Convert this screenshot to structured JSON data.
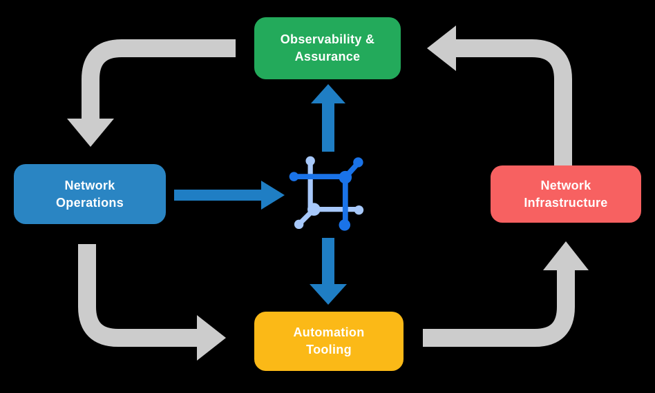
{
  "diagram": {
    "background_color": "#000000",
    "nodes": [
      {
        "id": "observability-assurance",
        "line1": "Observability &",
        "line2": "Assurance",
        "color": "#23AA5B",
        "text_color": "#FFFFFF"
      },
      {
        "id": "network-operations",
        "line1": "Network",
        "line2": "Operations",
        "color": "#2A85C3",
        "text_color": "#FFFFFF"
      },
      {
        "id": "network-infrastructure",
        "line1": "Network",
        "line2": "Infrastructure",
        "color": "#F76161",
        "text_color": "#FFFFFF"
      },
      {
        "id": "automation-tooling",
        "line1": "Automation",
        "line2": "Tooling",
        "color": "#FBB917",
        "text_color": "#FFFFFF"
      }
    ],
    "center_icon": {
      "name": "network-hub-icon",
      "dark_blue": "#1A73E8",
      "light_blue": "#A7C8FA"
    },
    "colors": {
      "arrow_gray": "#CCCCCC",
      "arrow_blue": "#1F7EC4"
    },
    "arrows": [
      {
        "from": "observability-assurance",
        "to": "network-operations",
        "style": "gray-elbow",
        "direction": "down"
      },
      {
        "from": "network-infrastructure",
        "to": "observability-assurance",
        "style": "gray-elbow",
        "direction": "left"
      },
      {
        "from": "network-operations",
        "to": "automation-tooling",
        "style": "gray-elbow",
        "direction": "right"
      },
      {
        "from": "automation-tooling",
        "to": "network-infrastructure",
        "style": "gray-elbow",
        "direction": "up"
      },
      {
        "from": "network-operations",
        "to": "center-icon",
        "style": "blue-straight",
        "direction": "right"
      },
      {
        "from": "center-icon",
        "to": "observability-assurance",
        "style": "blue-straight",
        "direction": "up"
      },
      {
        "from": "center-icon",
        "to": "automation-tooling",
        "style": "blue-straight",
        "direction": "down"
      }
    ]
  }
}
